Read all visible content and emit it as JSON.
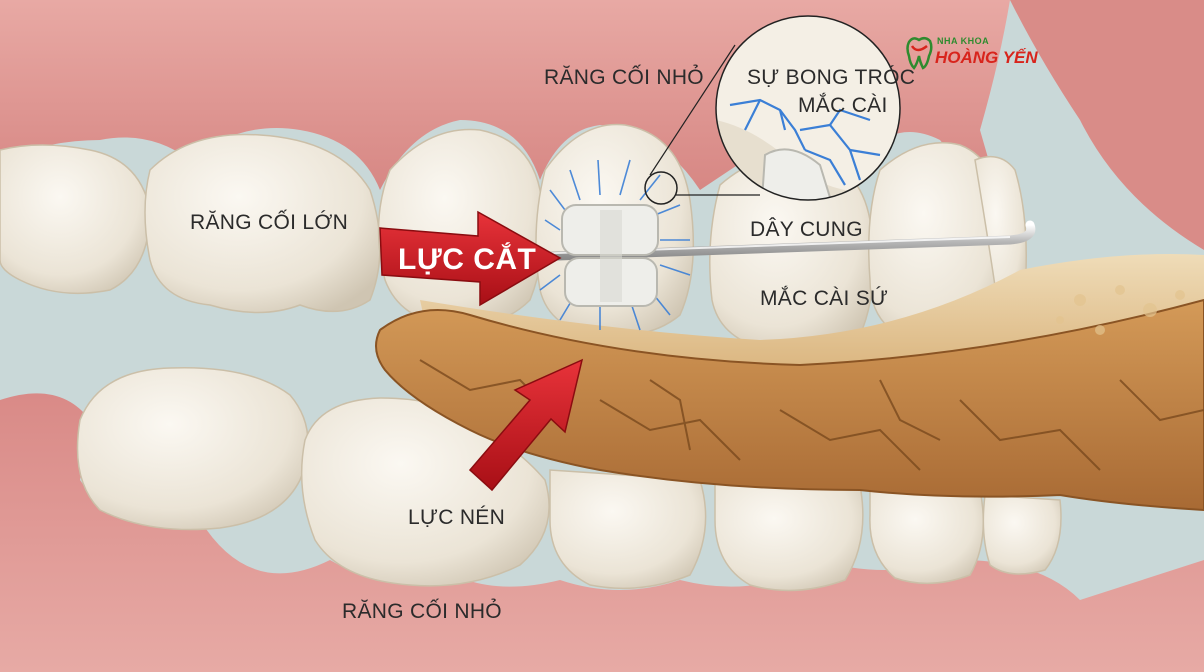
{
  "logo": {
    "line1": "NHA KHOA",
    "line2": "HOÀNG YẾN",
    "icon": "tooth-logo-icon",
    "colors": {
      "green": "#2e8b2e",
      "red": "#d8241c"
    }
  },
  "labels": {
    "premolar_top": "RĂNG CỐI NHỎ",
    "molar": "RĂNG CỐI LỚN",
    "debonding_line1": "SỰ BONG TRÓC",
    "debonding_line2": "MẮC CÀI",
    "archwire": "DÂY CUNG",
    "shear_force": "LỰC CẮT",
    "ceramic_bracket": "MẮC CÀI SỨ",
    "compression_force": "LỰC NÉN",
    "premolar_bottom": "RĂNG CỐI NHỎ"
  },
  "colors": {
    "gum": "#d98a8a",
    "tooth": "#f3ede3",
    "bread_crust": "#c98a4a",
    "arrow": "#c8141c",
    "crack": "#3b7fd6",
    "background": "#c9d8d8"
  }
}
